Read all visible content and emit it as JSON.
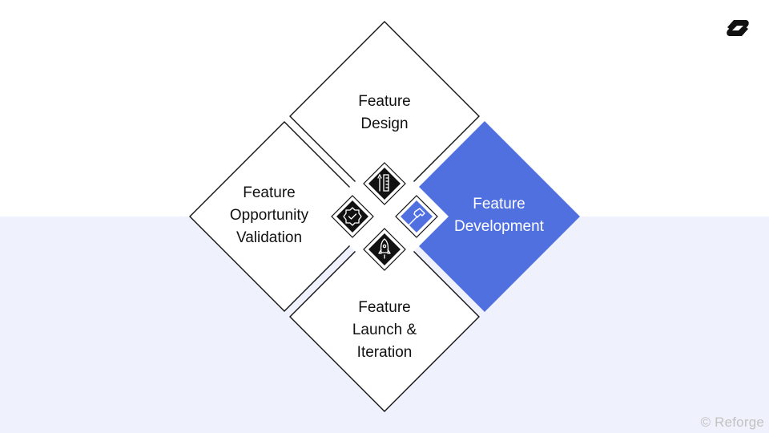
{
  "quadrants": {
    "top": {
      "lines": [
        "Feature",
        "Design"
      ],
      "icon": "ruler-pencil-icon",
      "active": false
    },
    "left": {
      "lines": [
        "Feature",
        "Opportunity",
        "Validation"
      ],
      "icon": "badge-check-icon",
      "active": false
    },
    "right": {
      "lines": [
        "Feature",
        "Development"
      ],
      "icon": "hammer-icon",
      "active": true
    },
    "bottom": {
      "lines": [
        "Feature",
        "Launch &",
        "Iteration"
      ],
      "icon": "rocket-icon",
      "active": false
    }
  },
  "colors": {
    "active": "#5170e0",
    "icon_bg": "#111111",
    "band": "#eff1fd",
    "border": "#111111"
  },
  "footer": {
    "copyright": "© Reforge"
  },
  "logo": {
    "icon": "reforge-logo-icon"
  }
}
